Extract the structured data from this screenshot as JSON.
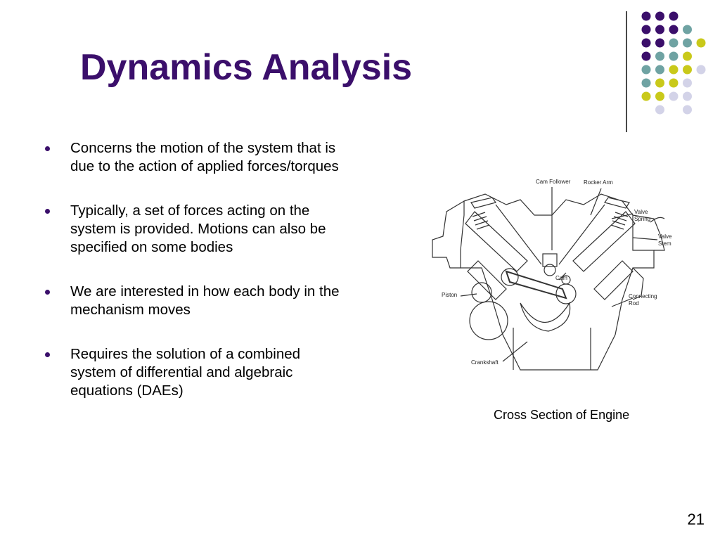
{
  "slide": {
    "title": "Dynamics Analysis",
    "page_number": "21",
    "accent_color": "#3b0f6b",
    "decor_colors": [
      "#3b0f6b",
      "#6fa3a3",
      "#c9c91a",
      "#d3d3e8"
    ]
  },
  "bullets": [
    "Concerns the motion of the system that is due to the action of applied forces/torques",
    "Typically, a set of forces acting on the system is provided.  Motions can also be specified on some bodies",
    "We are interested in how each body in the mechanism moves",
    "Requires the solution of a combined system of differential and algebraic equations (DAEs)"
  ],
  "figure": {
    "caption": "Cross Section of Engine",
    "labels": {
      "cam_follower": "Cam Follower",
      "rocker_arm": "Rocker Arm",
      "valve_spring_1": "Valve",
      "valve_spring_2": "Spring",
      "valve_stem_1": "Valve",
      "valve_stem_2": "Stem",
      "cam": "Cam",
      "piston": "Piston",
      "connecting_rod_1": "Connecting",
      "connecting_rod_2": "Rod",
      "crankshaft": "Crankshaft"
    }
  }
}
